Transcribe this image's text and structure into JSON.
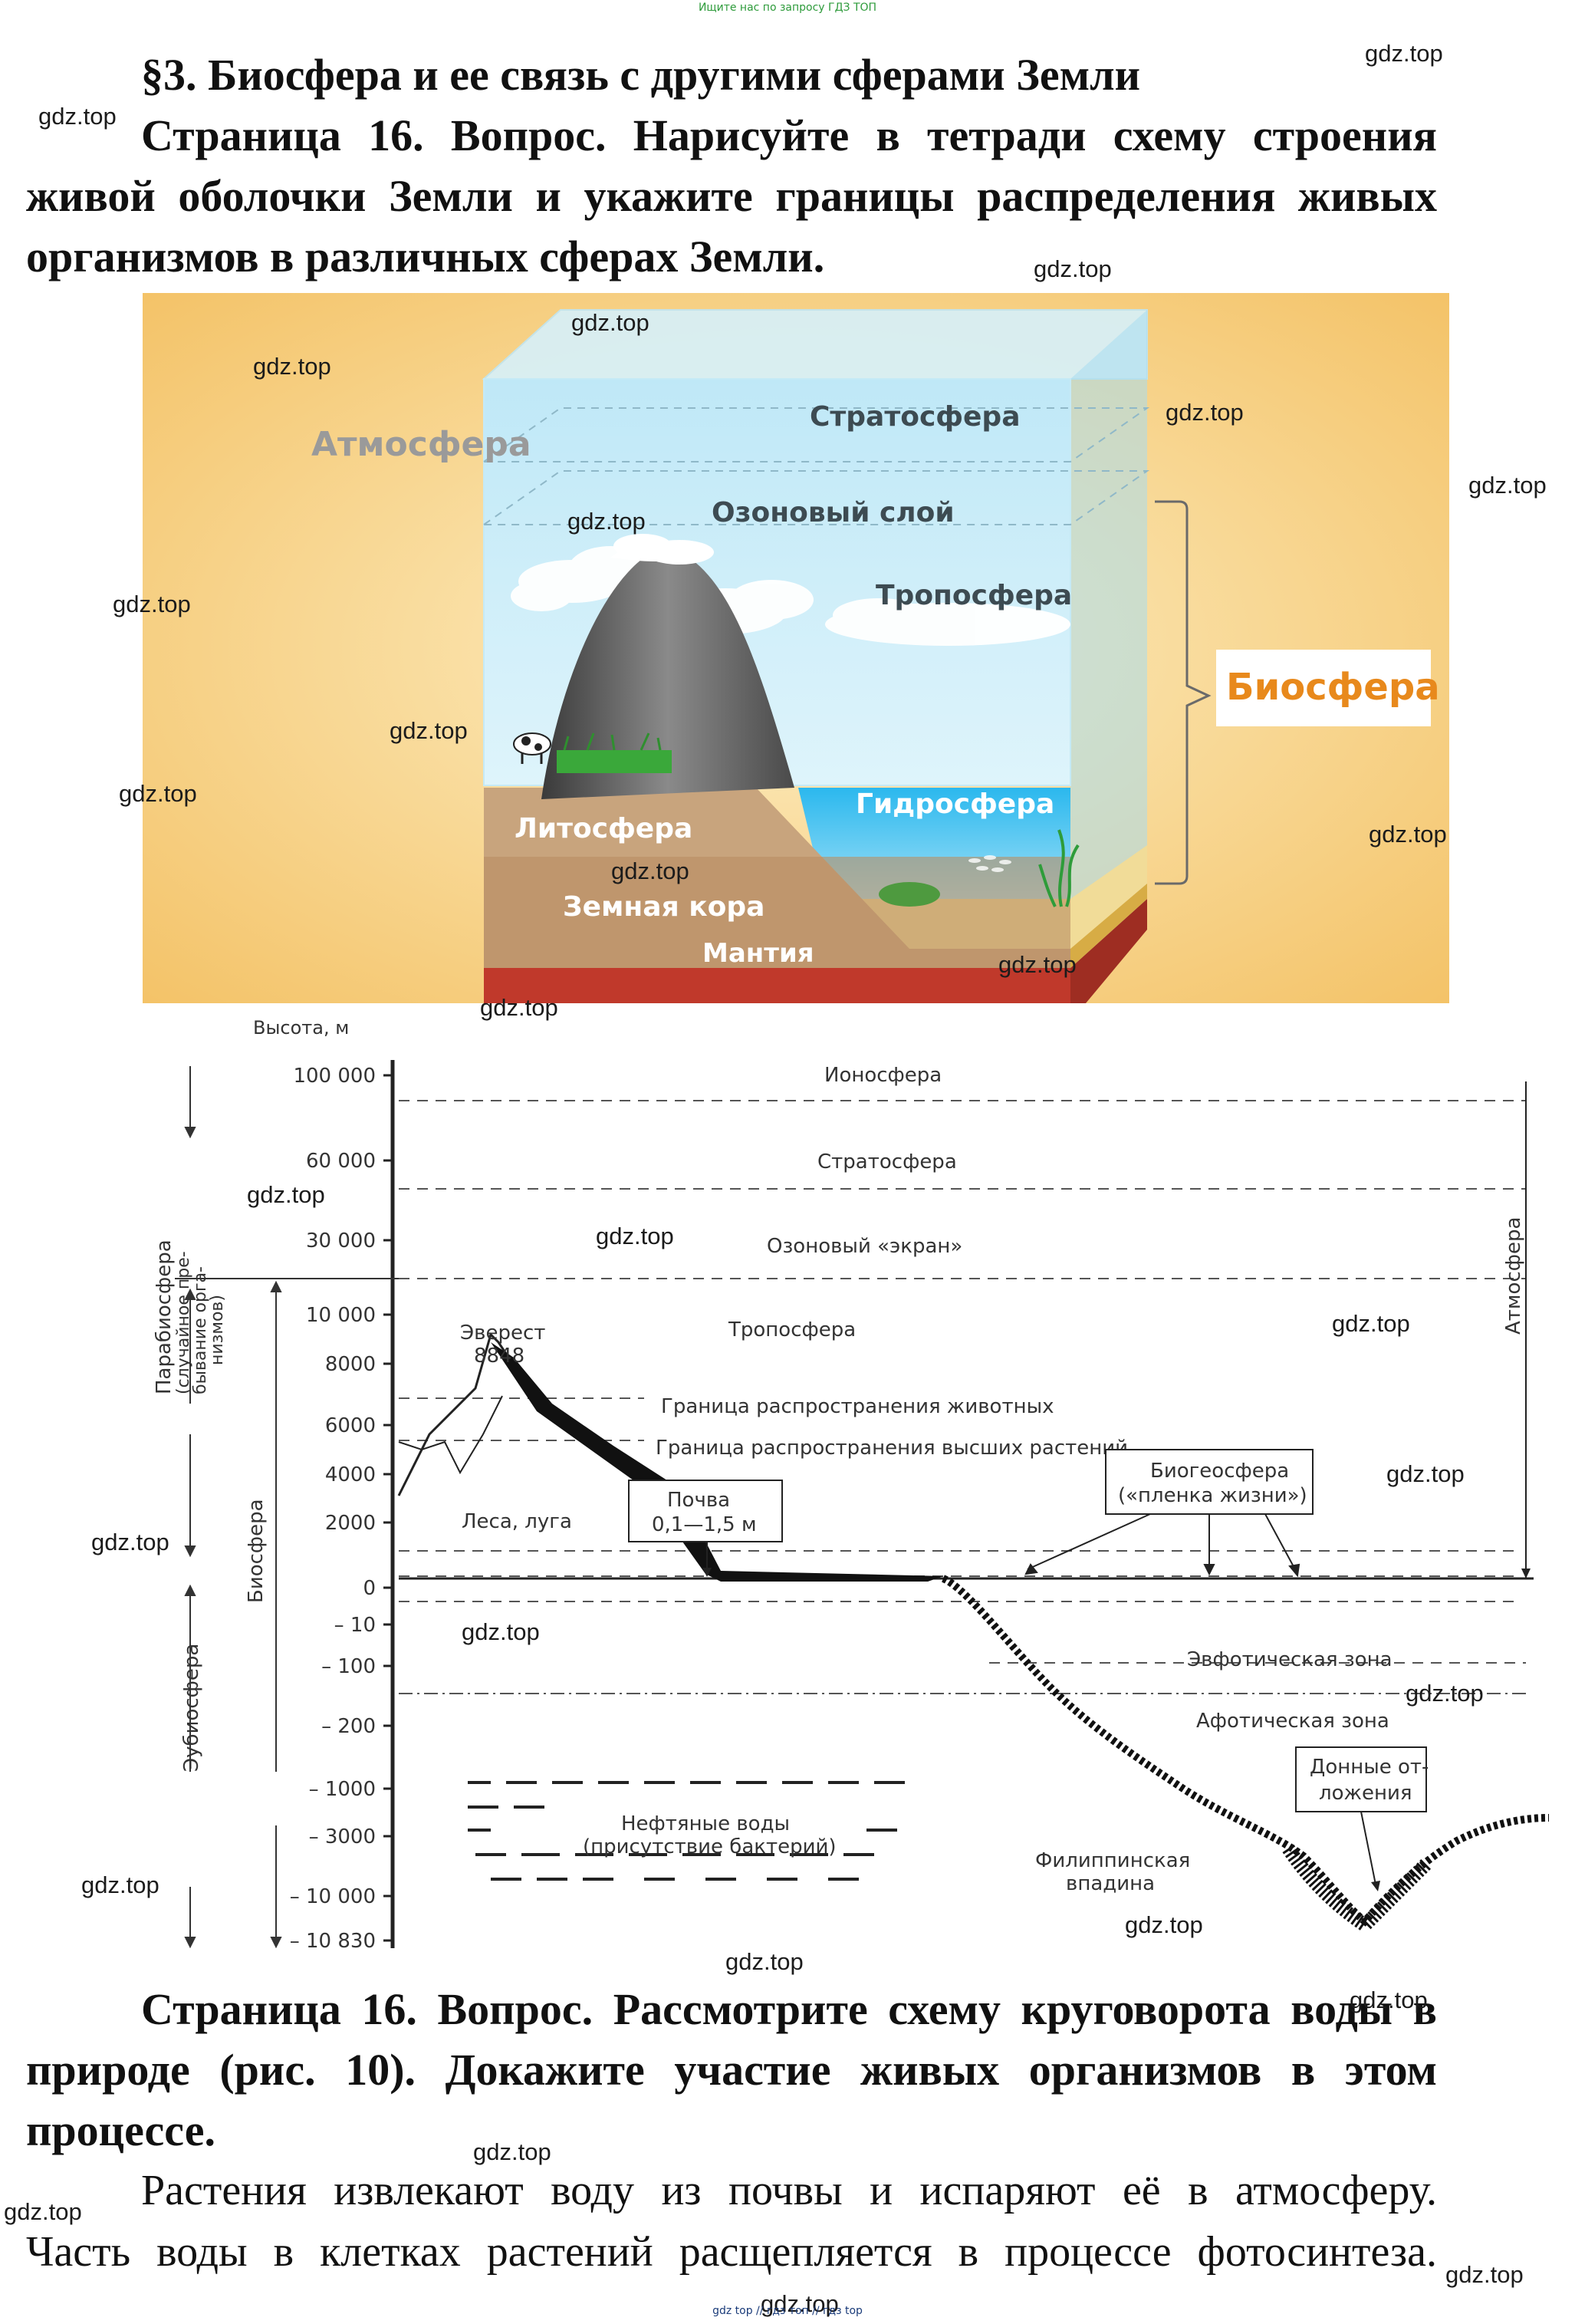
{
  "top_note": "Ищите нас по запросу ГДЗ ТОП",
  "heading": {
    "section": "§3. Биосфера и ее связь с другими сферами Земли",
    "q1_lines": [
      "Страница 16. Вопрос. Нарисуйте в тетради схему строения",
      "живой оболочки Земли и укажите границы распределения живых",
      "организмов в различных сферах Земли."
    ]
  },
  "figure1": {
    "labels": {
      "atmosphere": "Атмосфера",
      "stratosphere": "Стратосфера",
      "ozone": "Озоновый слой",
      "troposphere": "Тропосфера",
      "biosphere": "Биосфера",
      "hydrosphere": "Гидросфера",
      "lithosphere": "Литосфера",
      "crust": "Земная кора",
      "mantle": "Мантия"
    }
  },
  "figure2": {
    "axis_title": "Высота, м",
    "ticks": [
      "100 000",
      "60 000",
      "30 000",
      "10 000",
      "8000",
      "6000",
      "4000",
      "2000",
      "0",
      "– 10",
      "– 100",
      "– 200",
      "– 1000",
      "– 3000",
      "– 10 000",
      "– 10 830"
    ],
    "layers": {
      "ionosphere": "Ионосфера",
      "stratosphere": "Стратосфера",
      "ozone": "Озоновый «экран»",
      "troposphere": "Тропосфера",
      "animals_limit": "Граница распространения животных",
      "plants_limit": "Граница распространения высших растений",
      "forests": "Леса, луга",
      "euphotic": "Эвфотическая зона",
      "aphotic": "Афотическая зона",
      "oil_waters": [
        "Нефтяные воды",
        "(присутствие бактерий)"
      ],
      "trench": [
        "Филиппинская",
        "впадина"
      ]
    },
    "everest": [
      "Эверест",
      "8848"
    ],
    "soil_box": [
      "Почва",
      "0,1—1,5 м"
    ],
    "biogeo_box": [
      "Биогеосфера",
      "(«пленка жизни»)"
    ],
    "sediment_box": [
      "Донные от-",
      "ложения"
    ],
    "side": {
      "parabiosphere": [
        "Парабиосфера",
        "(случайное пре-",
        "бывание орга-",
        "низмов)"
      ],
      "eubiosphere": "Эубиосфера",
      "biosphere": "Биосфера",
      "atmosphere": "Атмосфера"
    }
  },
  "question2_lines": [
    "Страница 16. Вопрос. Рассмотрите схему круговорота воды в",
    "природе (рис. 10). Докажите участие живых организмов в этом",
    "процессе."
  ],
  "answer_lines": [
    "Растения извлекают воду из почвы и испаряют её в атмосферу.",
    "Часть воды в клетках растений расщепляется в процессе фотосинтеза."
  ],
  "watermark": "gdz.top",
  "footer": "gdz top  //  гдз топ  //  гдз top"
}
